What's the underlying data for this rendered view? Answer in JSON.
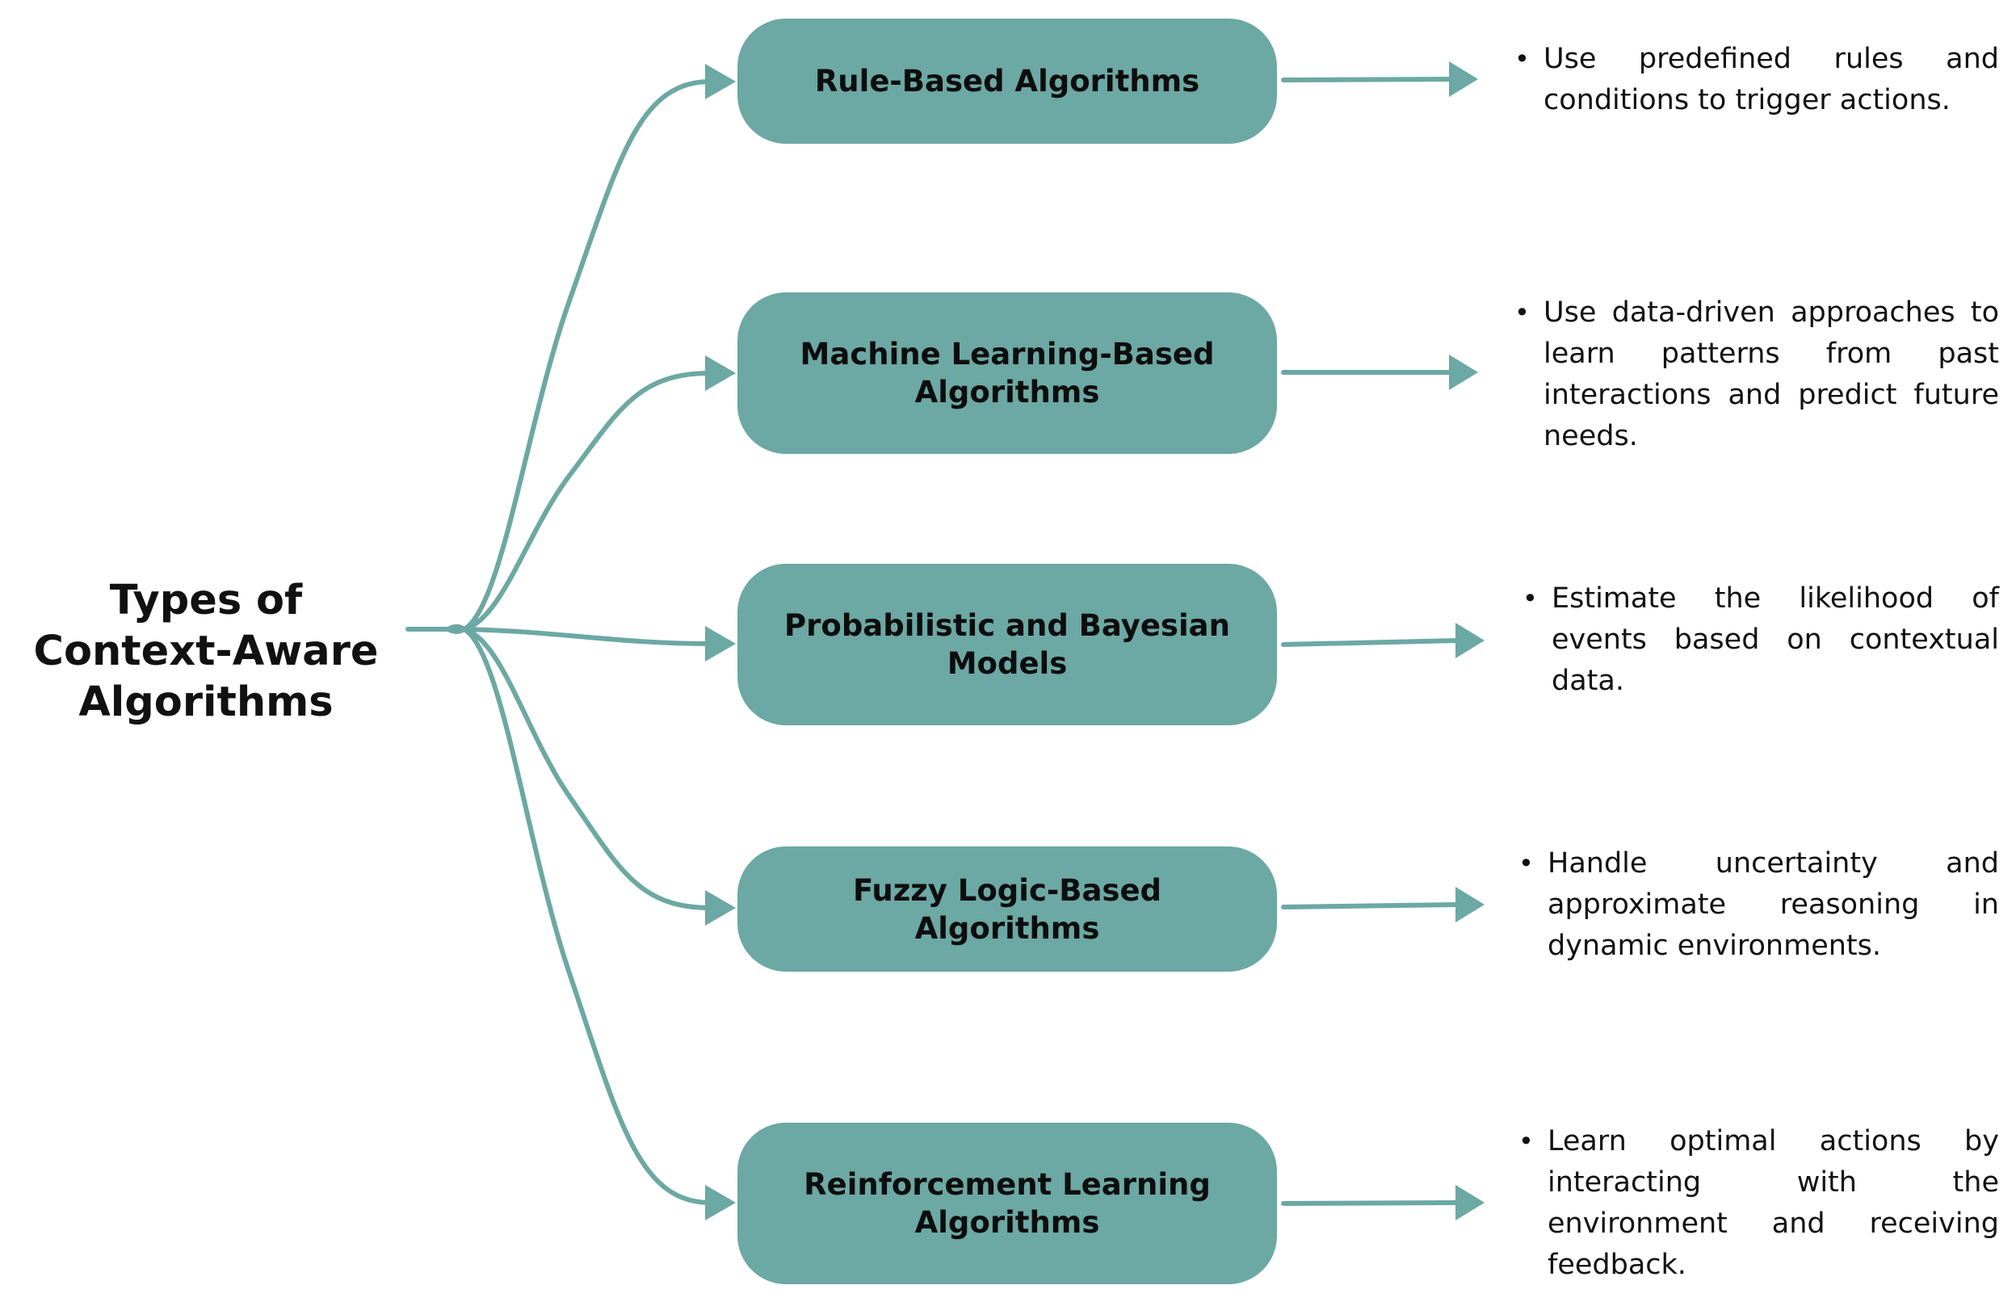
{
  "root": {
    "title": "Types of Context-Aware Algorithms"
  },
  "nodes": [
    {
      "label": "Rule-Based Algorithms",
      "description": "Use predefined rules and conditions to trigger actions."
    },
    {
      "label": "Machine Learning-Based Algorithms",
      "description": "Use data-driven approaches to learn patterns from past interactions and predict future needs."
    },
    {
      "label": "Probabilistic and Bayesian Models",
      "description": "Estimate the likelihood of events based on contextual data."
    },
    {
      "label": "Fuzzy Logic-Based Algorithms",
      "description": "Handle uncertainty and approximate reasoning in dynamic environments."
    },
    {
      "label": "Reinforcement Learning Algorithms",
      "description": "Learn optimal actions by interacting with the environment and receiving feedback."
    }
  ],
  "bullet_glyph": "•",
  "colors": {
    "node_fill": "#6ca8a4",
    "connector": "#6ca8a4",
    "text": "#111111"
  }
}
